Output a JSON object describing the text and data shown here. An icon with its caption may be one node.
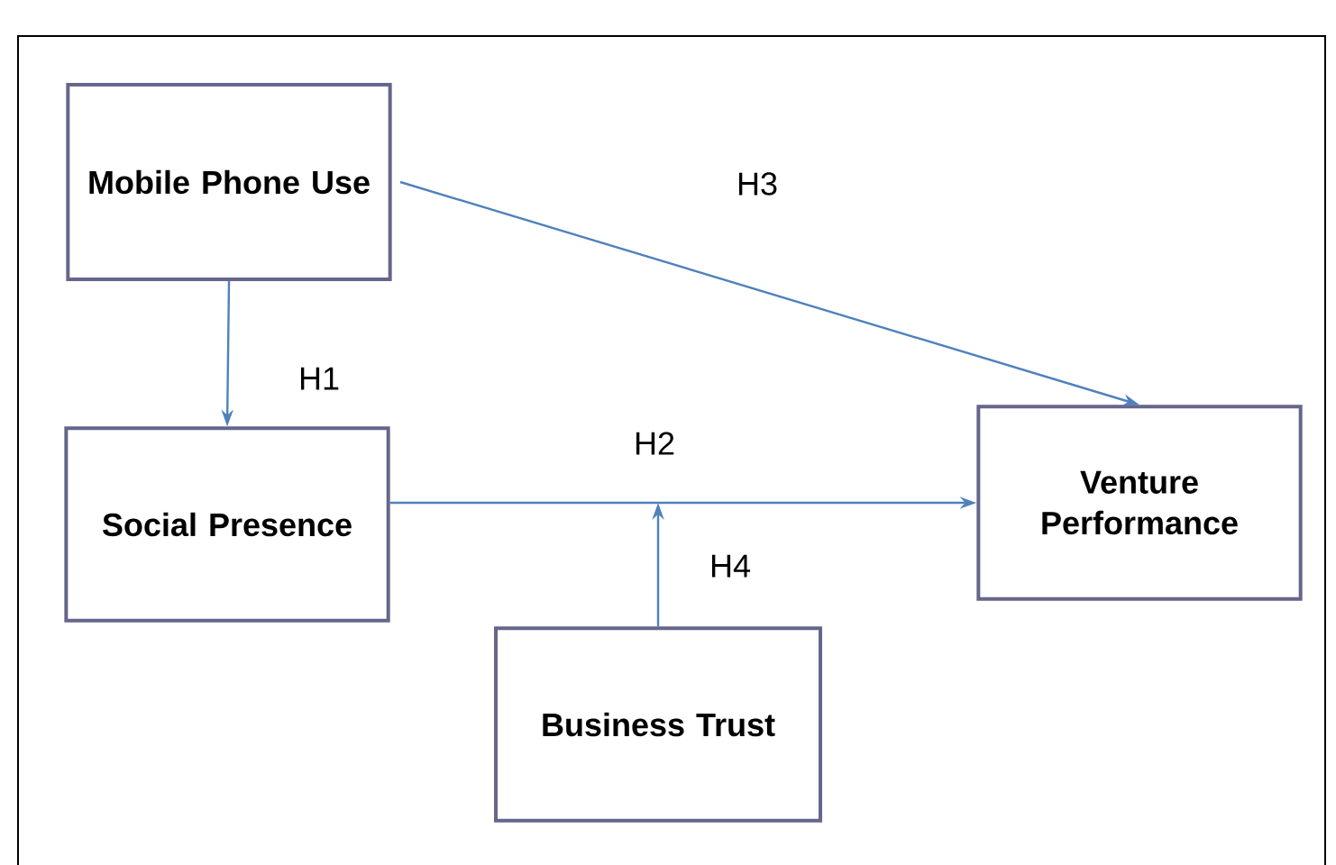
{
  "diagram": {
    "nodes": [
      {
        "text": [
          "Mobile Phone Use"
        ]
      },
      {
        "text": [
          "Social Presence"
        ]
      },
      {
        "text": [
          "Venture Performance"
        ]
      },
      {
        "text": [
          "Business Trust"
        ]
      }
    ],
    "edges": [
      {
        "from": 0,
        "to": 1,
        "arrow": "to",
        "label": "H1"
      },
      {
        "from": 0,
        "to": 2,
        "arrow": "to",
        "label": "H3"
      },
      {
        "from": 1,
        "to": 2,
        "arrow": "to",
        "label": "H2"
      },
      {
        "from": 3,
        "to": null,
        "arrow": "to",
        "label": "H4"
      }
    ]
  }
}
